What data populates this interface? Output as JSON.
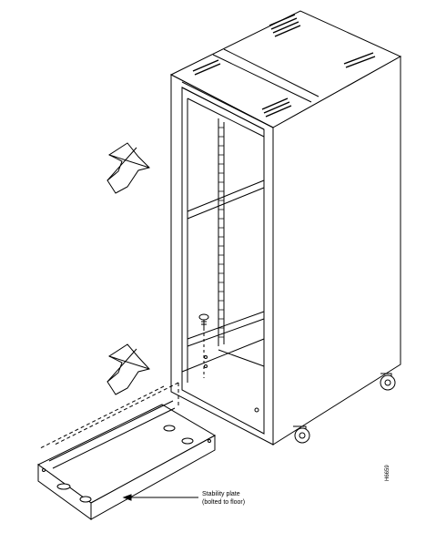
{
  "figure": {
    "callout_line1": "Stability plate",
    "callout_line2": "(bolted to floor)",
    "figure_id": "H6659"
  },
  "colors": {
    "line": "#000000",
    "background": "#ffffff"
  }
}
